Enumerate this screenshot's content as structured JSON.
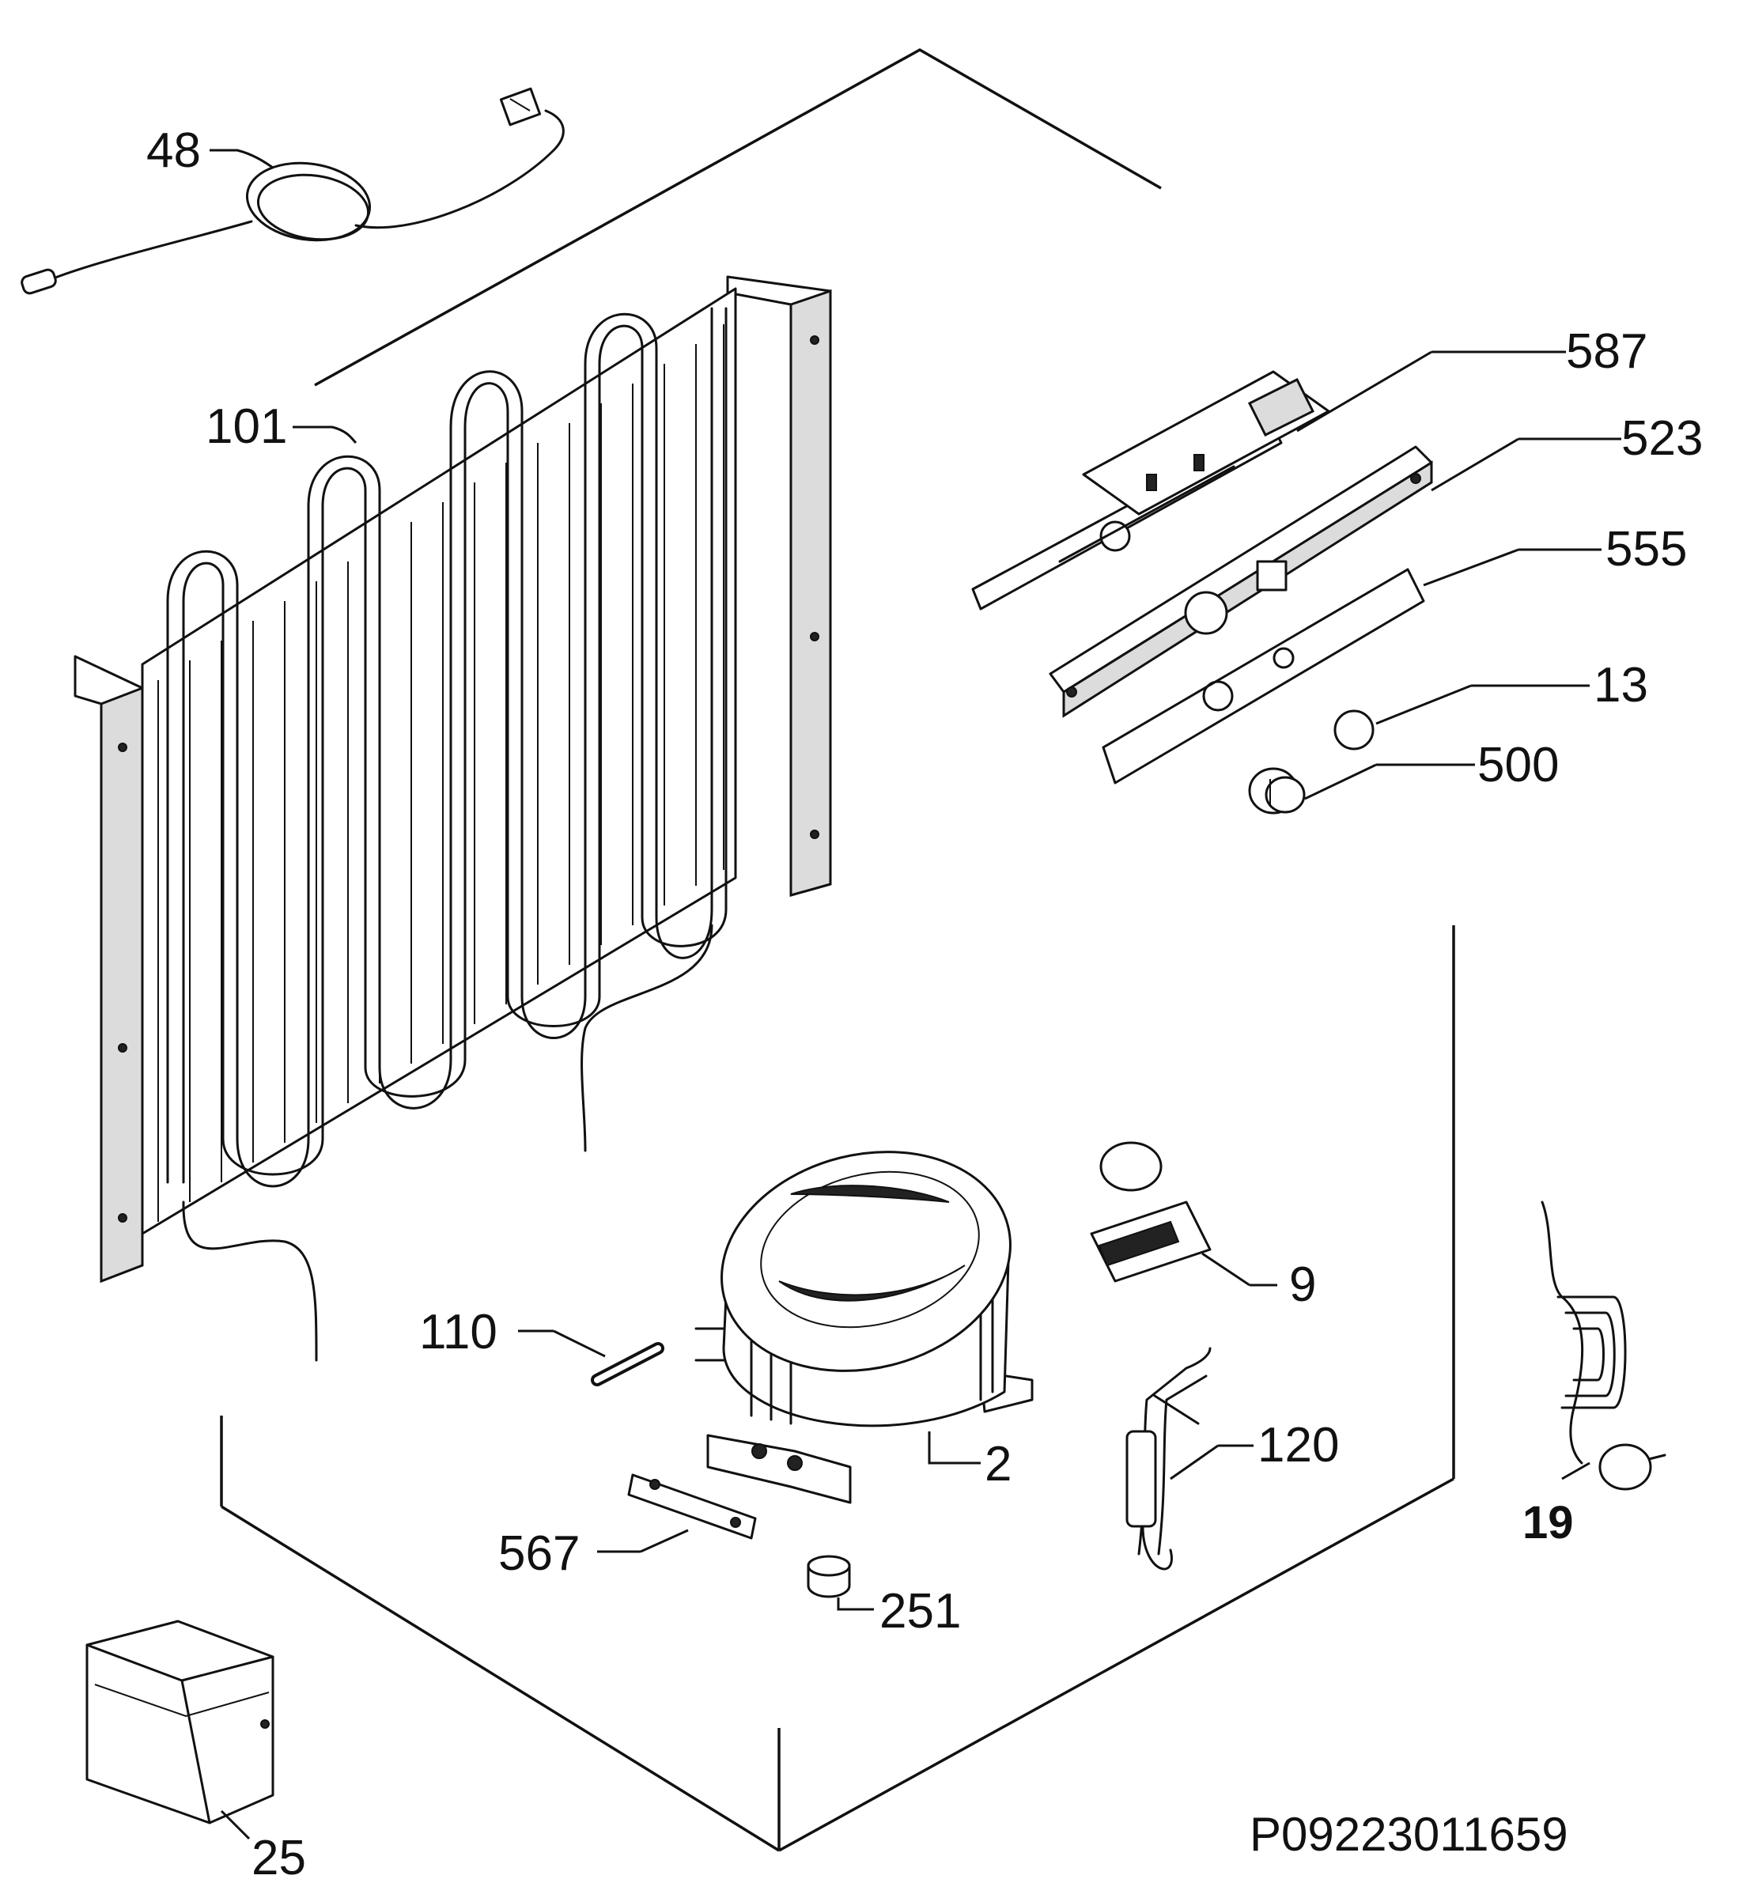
{
  "diagram": {
    "document_code": "P09223011659",
    "callouts": [
      {
        "id": "48",
        "label": "48"
      },
      {
        "id": "101",
        "label": "101"
      },
      {
        "id": "587",
        "label": "587"
      },
      {
        "id": "523",
        "label": "523"
      },
      {
        "id": "555",
        "label": "555"
      },
      {
        "id": "13",
        "label": "13"
      },
      {
        "id": "500",
        "label": "500"
      },
      {
        "id": "9",
        "label": "9"
      },
      {
        "id": "110",
        "label": "110"
      },
      {
        "id": "2",
        "label": "2"
      },
      {
        "id": "120",
        "label": "120"
      },
      {
        "id": "19",
        "label": "19"
      },
      {
        "id": "567",
        "label": "567"
      },
      {
        "id": "251",
        "label": "251"
      },
      {
        "id": "25",
        "label": "25"
      }
    ]
  }
}
